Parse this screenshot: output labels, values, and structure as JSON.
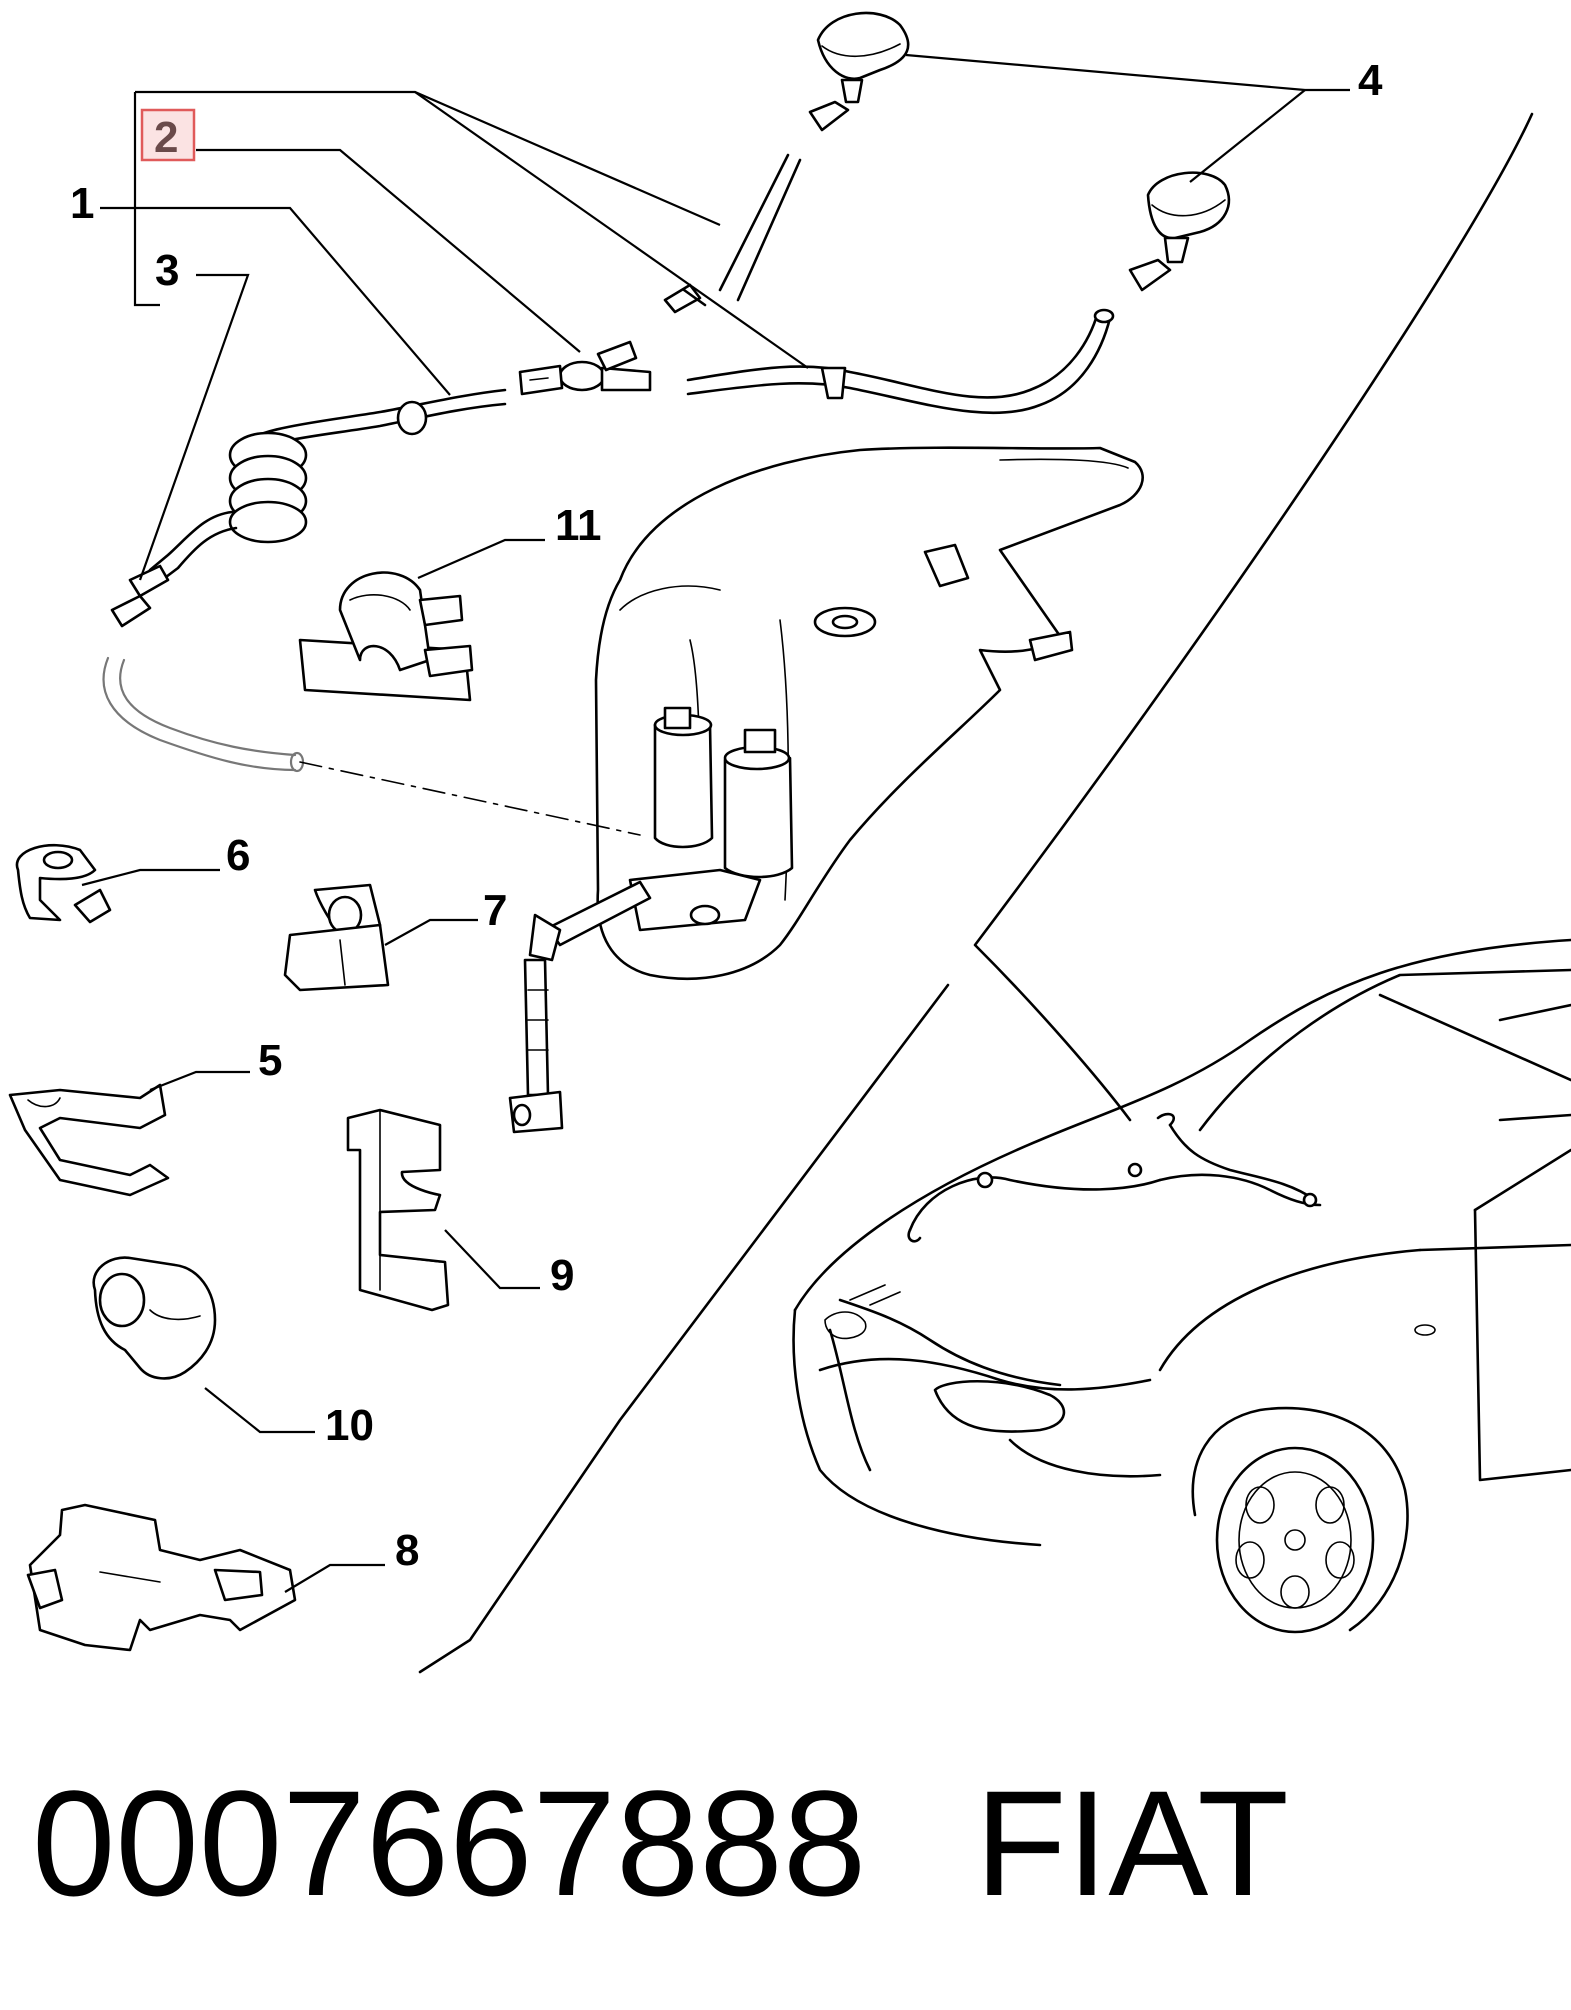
{
  "callouts": [
    {
      "id": "1",
      "label": "1"
    },
    {
      "id": "2",
      "label": "2",
      "highlighted": true
    },
    {
      "id": "3",
      "label": "3"
    },
    {
      "id": "4",
      "label": "4"
    },
    {
      "id": "5",
      "label": "5"
    },
    {
      "id": "6",
      "label": "6"
    },
    {
      "id": "7",
      "label": "7"
    },
    {
      "id": "8",
      "label": "8"
    },
    {
      "id": "9",
      "label": "9"
    },
    {
      "id": "10",
      "label": "10"
    },
    {
      "id": "11",
      "label": "11"
    }
  ],
  "footer": {
    "part_number": "0007667888",
    "brand": "FIAT"
  },
  "colors": {
    "highlight_box": "#e05a5a",
    "highlight_fill": "#fbe3e3"
  }
}
